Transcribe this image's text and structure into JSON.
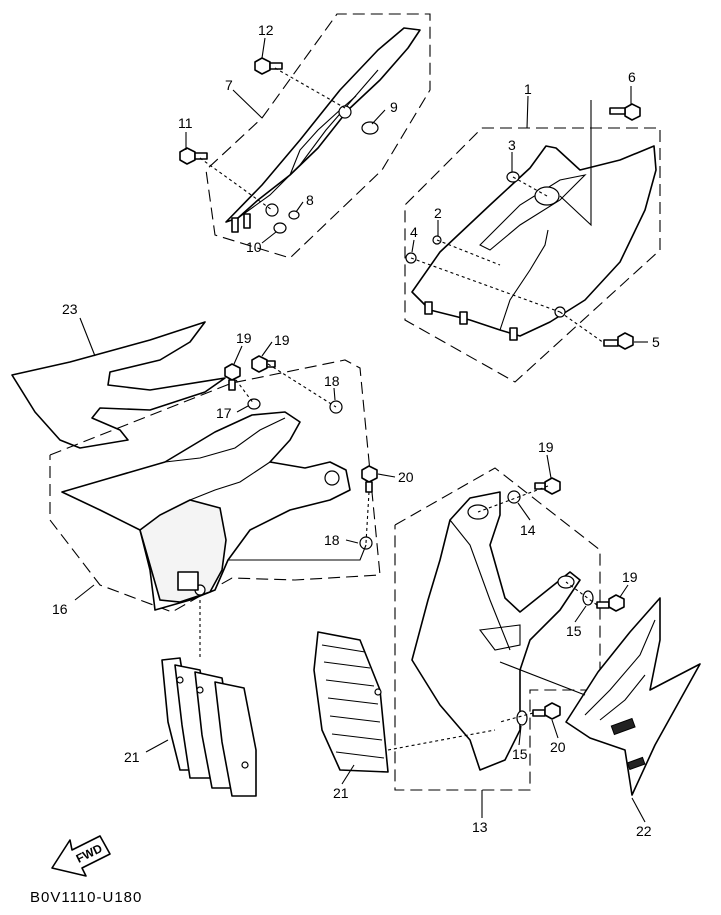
{
  "diagram_code": "B0V1110-U180",
  "fwd_label": "FWD",
  "callouts": [
    {
      "id": "c1",
      "text": "1"
    },
    {
      "id": "c2",
      "text": "2"
    },
    {
      "id": "c3",
      "text": "3"
    },
    {
      "id": "c4",
      "text": "4"
    },
    {
      "id": "c5",
      "text": "5"
    },
    {
      "id": "c6",
      "text": "6"
    },
    {
      "id": "c7",
      "text": "7"
    },
    {
      "id": "c8",
      "text": "8"
    },
    {
      "id": "c9",
      "text": "9"
    },
    {
      "id": "c10",
      "text": "10"
    },
    {
      "id": "c11",
      "text": "11"
    },
    {
      "id": "c12",
      "text": "12"
    },
    {
      "id": "c13",
      "text": "13"
    },
    {
      "id": "c14",
      "text": "14"
    },
    {
      "id": "c15a",
      "text": "15"
    },
    {
      "id": "c15b",
      "text": "15"
    },
    {
      "id": "c16",
      "text": "16"
    },
    {
      "id": "c17",
      "text": "17"
    },
    {
      "id": "c18a",
      "text": "18"
    },
    {
      "id": "c18b",
      "text": "18"
    },
    {
      "id": "c19a",
      "text": "19"
    },
    {
      "id": "c19b",
      "text": "19"
    },
    {
      "id": "c19c",
      "text": "19"
    },
    {
      "id": "c19d",
      "text": "19"
    },
    {
      "id": "c20a",
      "text": "20"
    },
    {
      "id": "c20b",
      "text": "20"
    },
    {
      "id": "c21a",
      "text": "21"
    },
    {
      "id": "c21b",
      "text": "21"
    },
    {
      "id": "c22",
      "text": "22"
    },
    {
      "id": "c23",
      "text": "23"
    }
  ]
}
